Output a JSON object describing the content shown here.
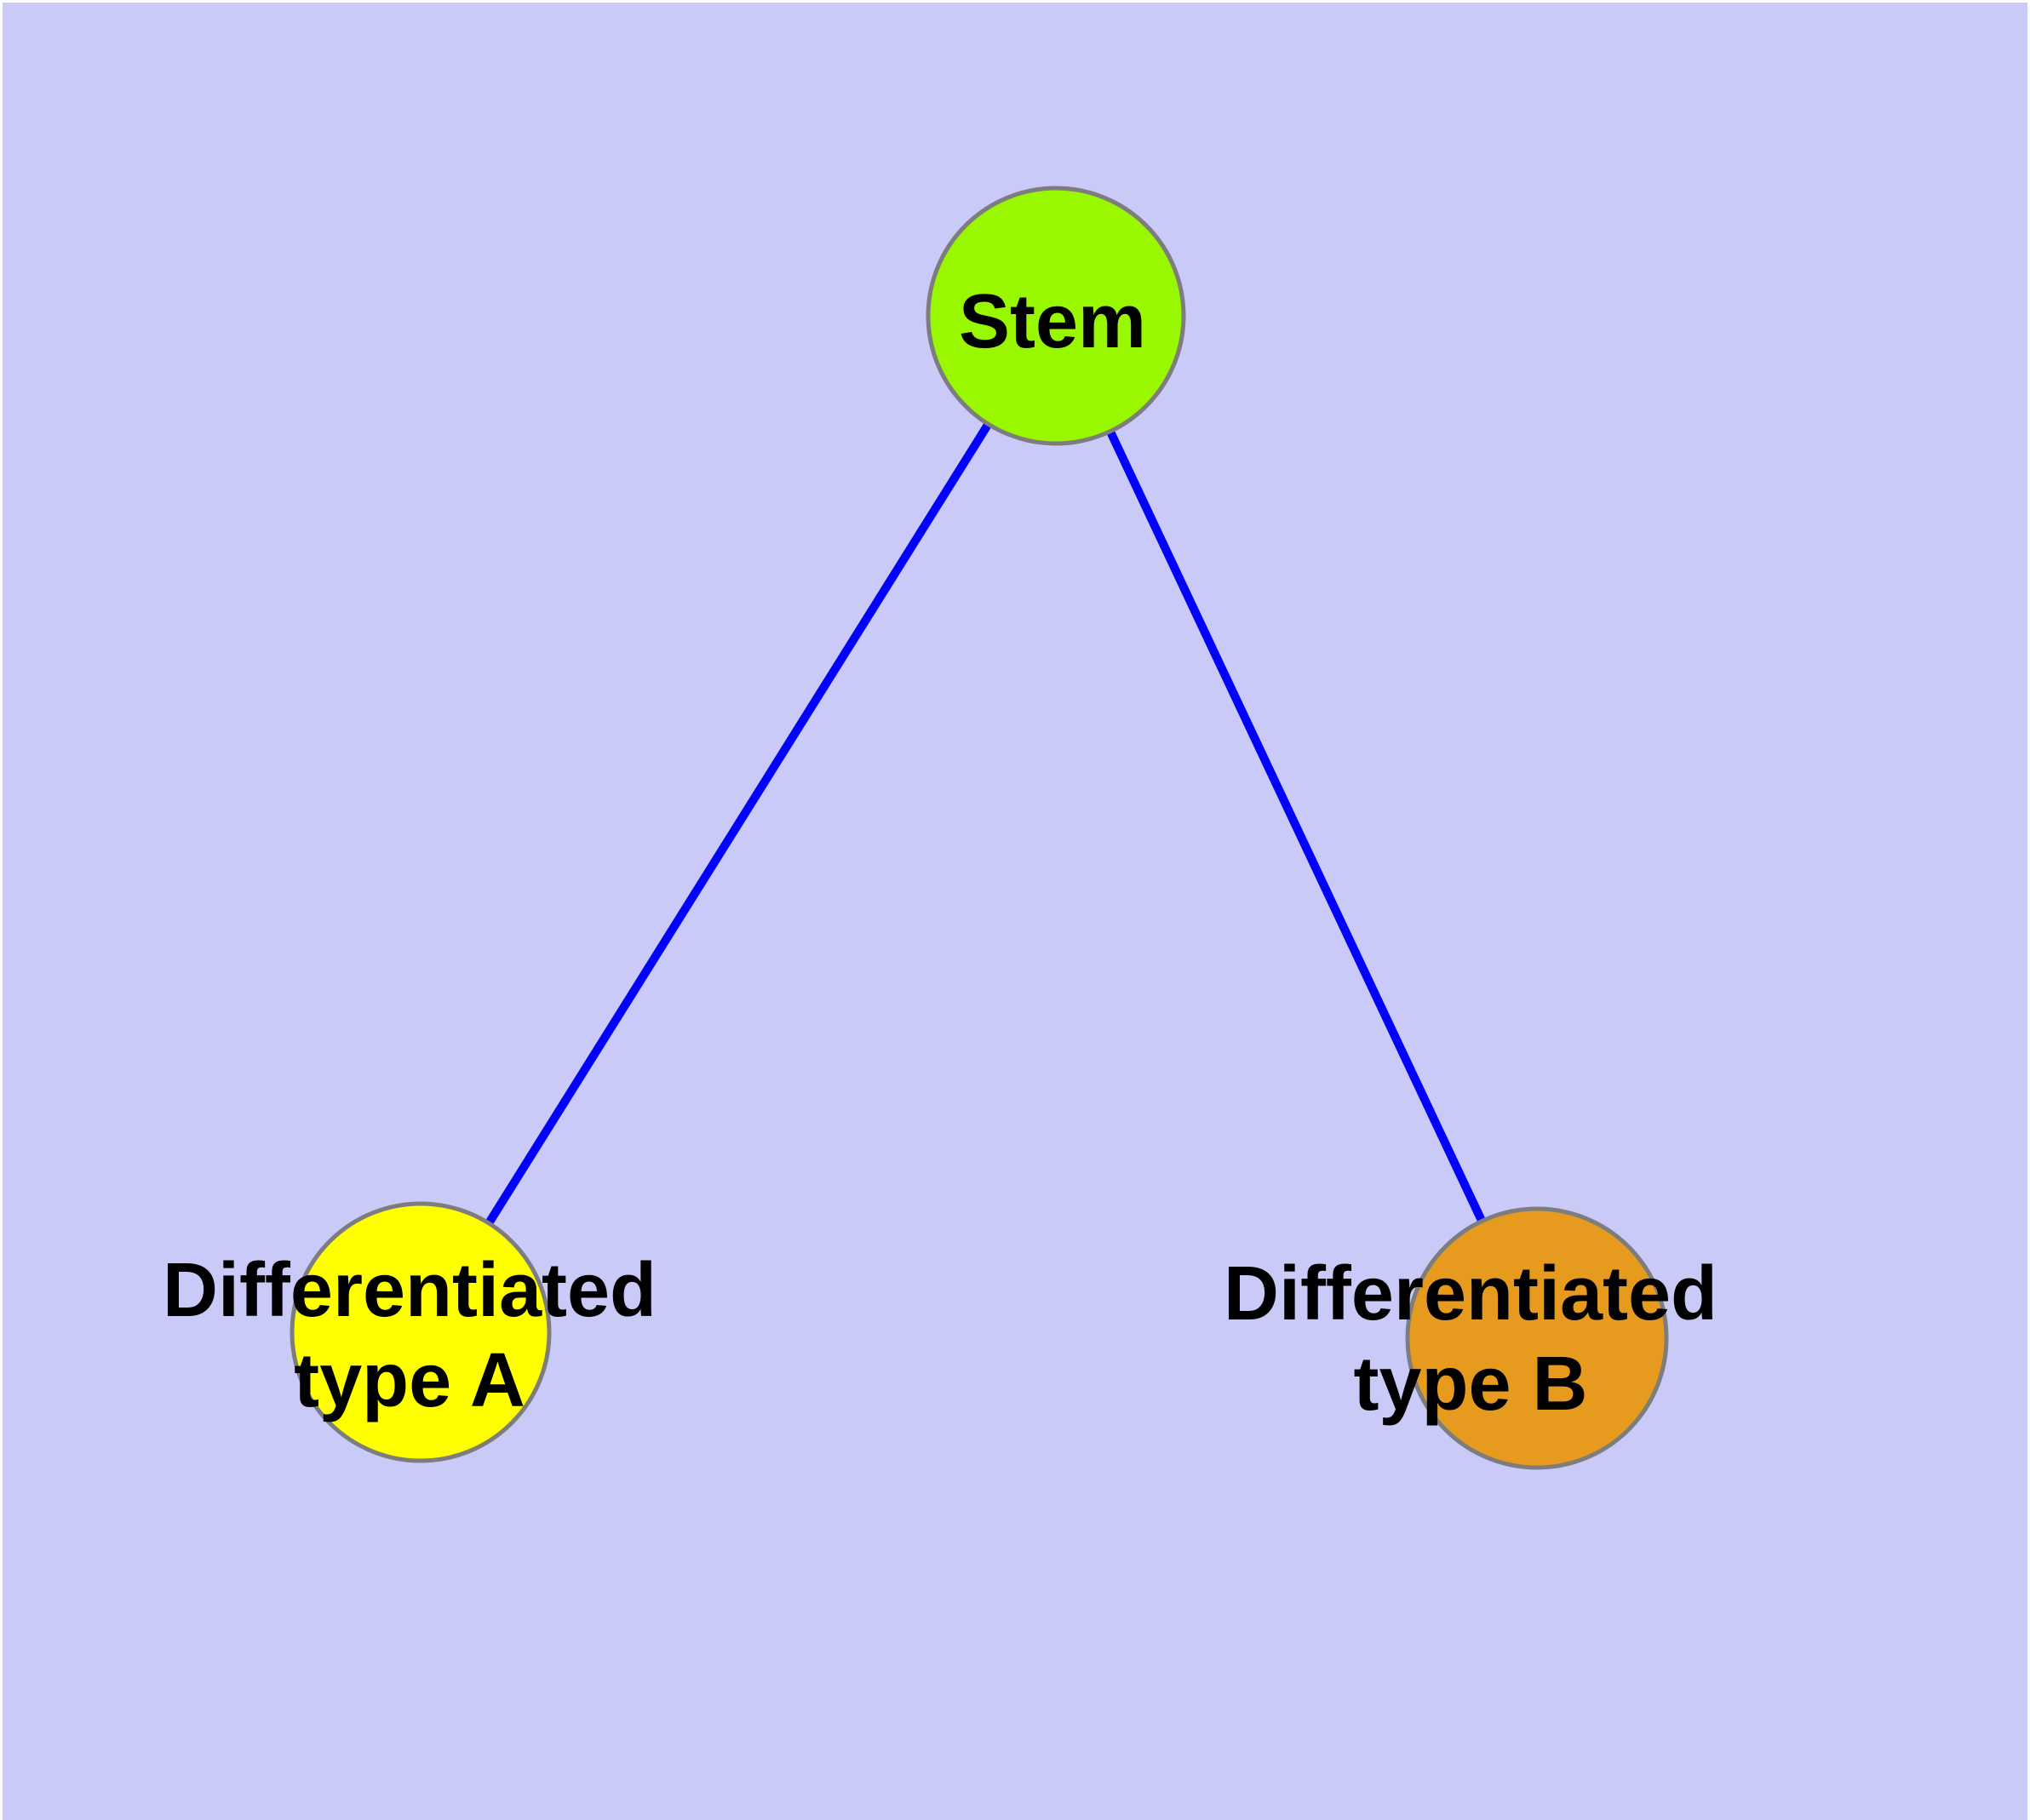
{
  "figure": {
    "background_color": "#CACAF9",
    "frame_color": "#FFFFFF",
    "edge_color": "#0202FC",
    "node_border_color": "#7D7D7D",
    "label_color": "#000000",
    "nodes": [
      {
        "id": "stem",
        "label": "Stem",
        "fill": "#99F800"
      },
      {
        "id": "type-a",
        "label": "Differentiated type A",
        "label_line1": "Differentiated",
        "label_line2": "type A",
        "fill": "#FFFF00"
      },
      {
        "id": "type-b",
        "label": "Differentiated type B",
        "label_line1": "Differentiated",
        "label_line2": "type B",
        "fill": "#E79B1E"
      }
    ],
    "edges": [
      {
        "from": "Stem",
        "to": "Differentiated type A"
      },
      {
        "from": "Stem",
        "to": "Differentiated type B"
      }
    ]
  }
}
